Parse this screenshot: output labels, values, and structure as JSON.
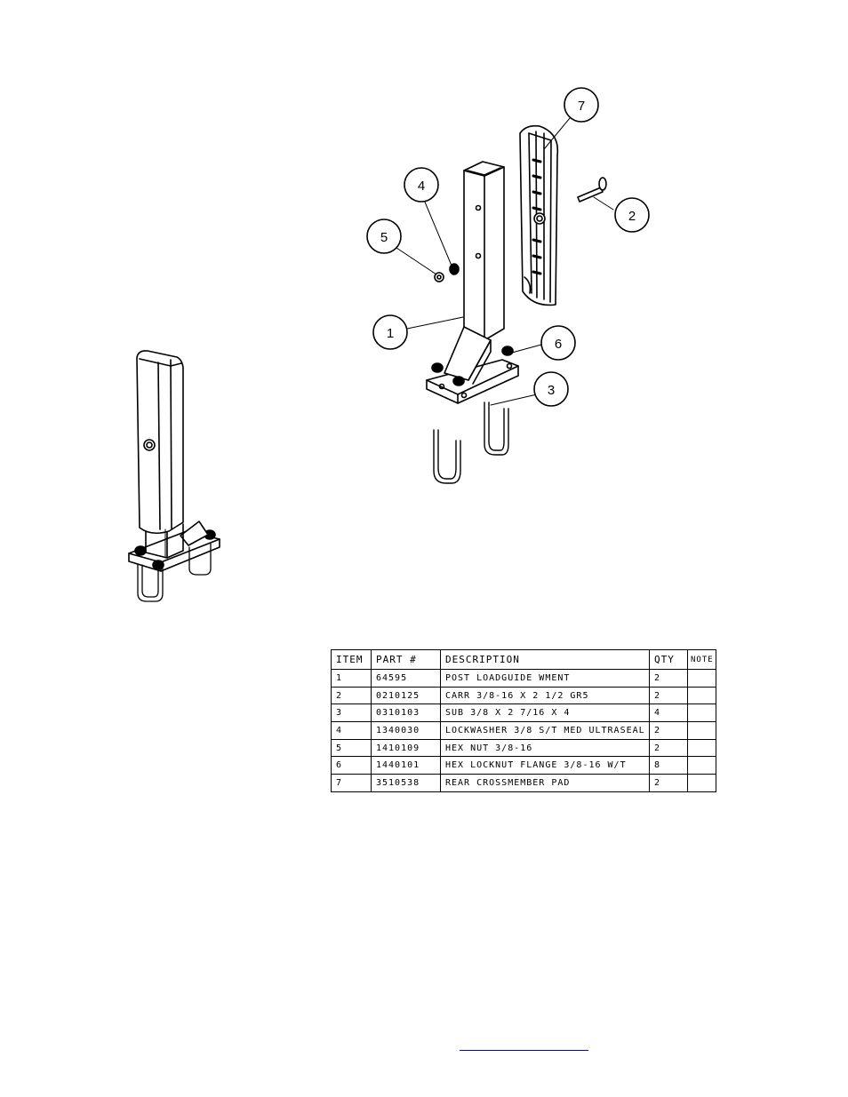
{
  "callouts": [
    "7",
    "4",
    "2",
    "5",
    "1",
    "6",
    "3"
  ],
  "bom": {
    "headers": {
      "item": "ITEM",
      "part": "PART #",
      "description": "DESCRIPTION",
      "qty": "QTY",
      "note": "NOTE"
    },
    "rows": [
      {
        "item": "1",
        "part": "64595",
        "description": "POST LOADGUIDE WMENT",
        "qty": "2",
        "note": ""
      },
      {
        "item": "2",
        "part": "0210125",
        "description": "CARR 3/8-16 X 2 1/2 GR5",
        "qty": "2",
        "note": ""
      },
      {
        "item": "3",
        "part": "0310103",
        "description": "SUB 3/8 X 2 7/16 X 4",
        "qty": "4",
        "note": ""
      },
      {
        "item": "4",
        "part": "1340030",
        "description": "LOCKWASHER 3/8 S/T MED ULTRASEAL",
        "qty": "2",
        "note": ""
      },
      {
        "item": "5",
        "part": "1410109",
        "description": "HEX NUT 3/8-16",
        "qty": "2",
        "note": ""
      },
      {
        "item": "6",
        "part": "1440101",
        "description": "HEX LOCKNUT FLANGE 3/8-16 W/T",
        "qty": "8",
        "note": ""
      },
      {
        "item": "7",
        "part": "3510538",
        "description": "REAR CROSSMEMBER PAD",
        "qty": "2",
        "note": ""
      }
    ]
  }
}
